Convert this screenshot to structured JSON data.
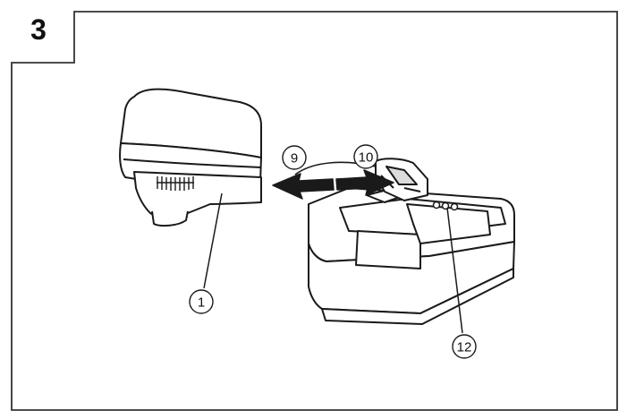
{
  "step_label": "3",
  "callouts": {
    "battery": "1",
    "remove": "9",
    "insert": "10",
    "lamp": "12"
  },
  "colors": {
    "ink": "#1a1a1a",
    "frame": "#333333",
    "body_fill": "#ffffff",
    "shade_fill": "#dcdcdc"
  }
}
